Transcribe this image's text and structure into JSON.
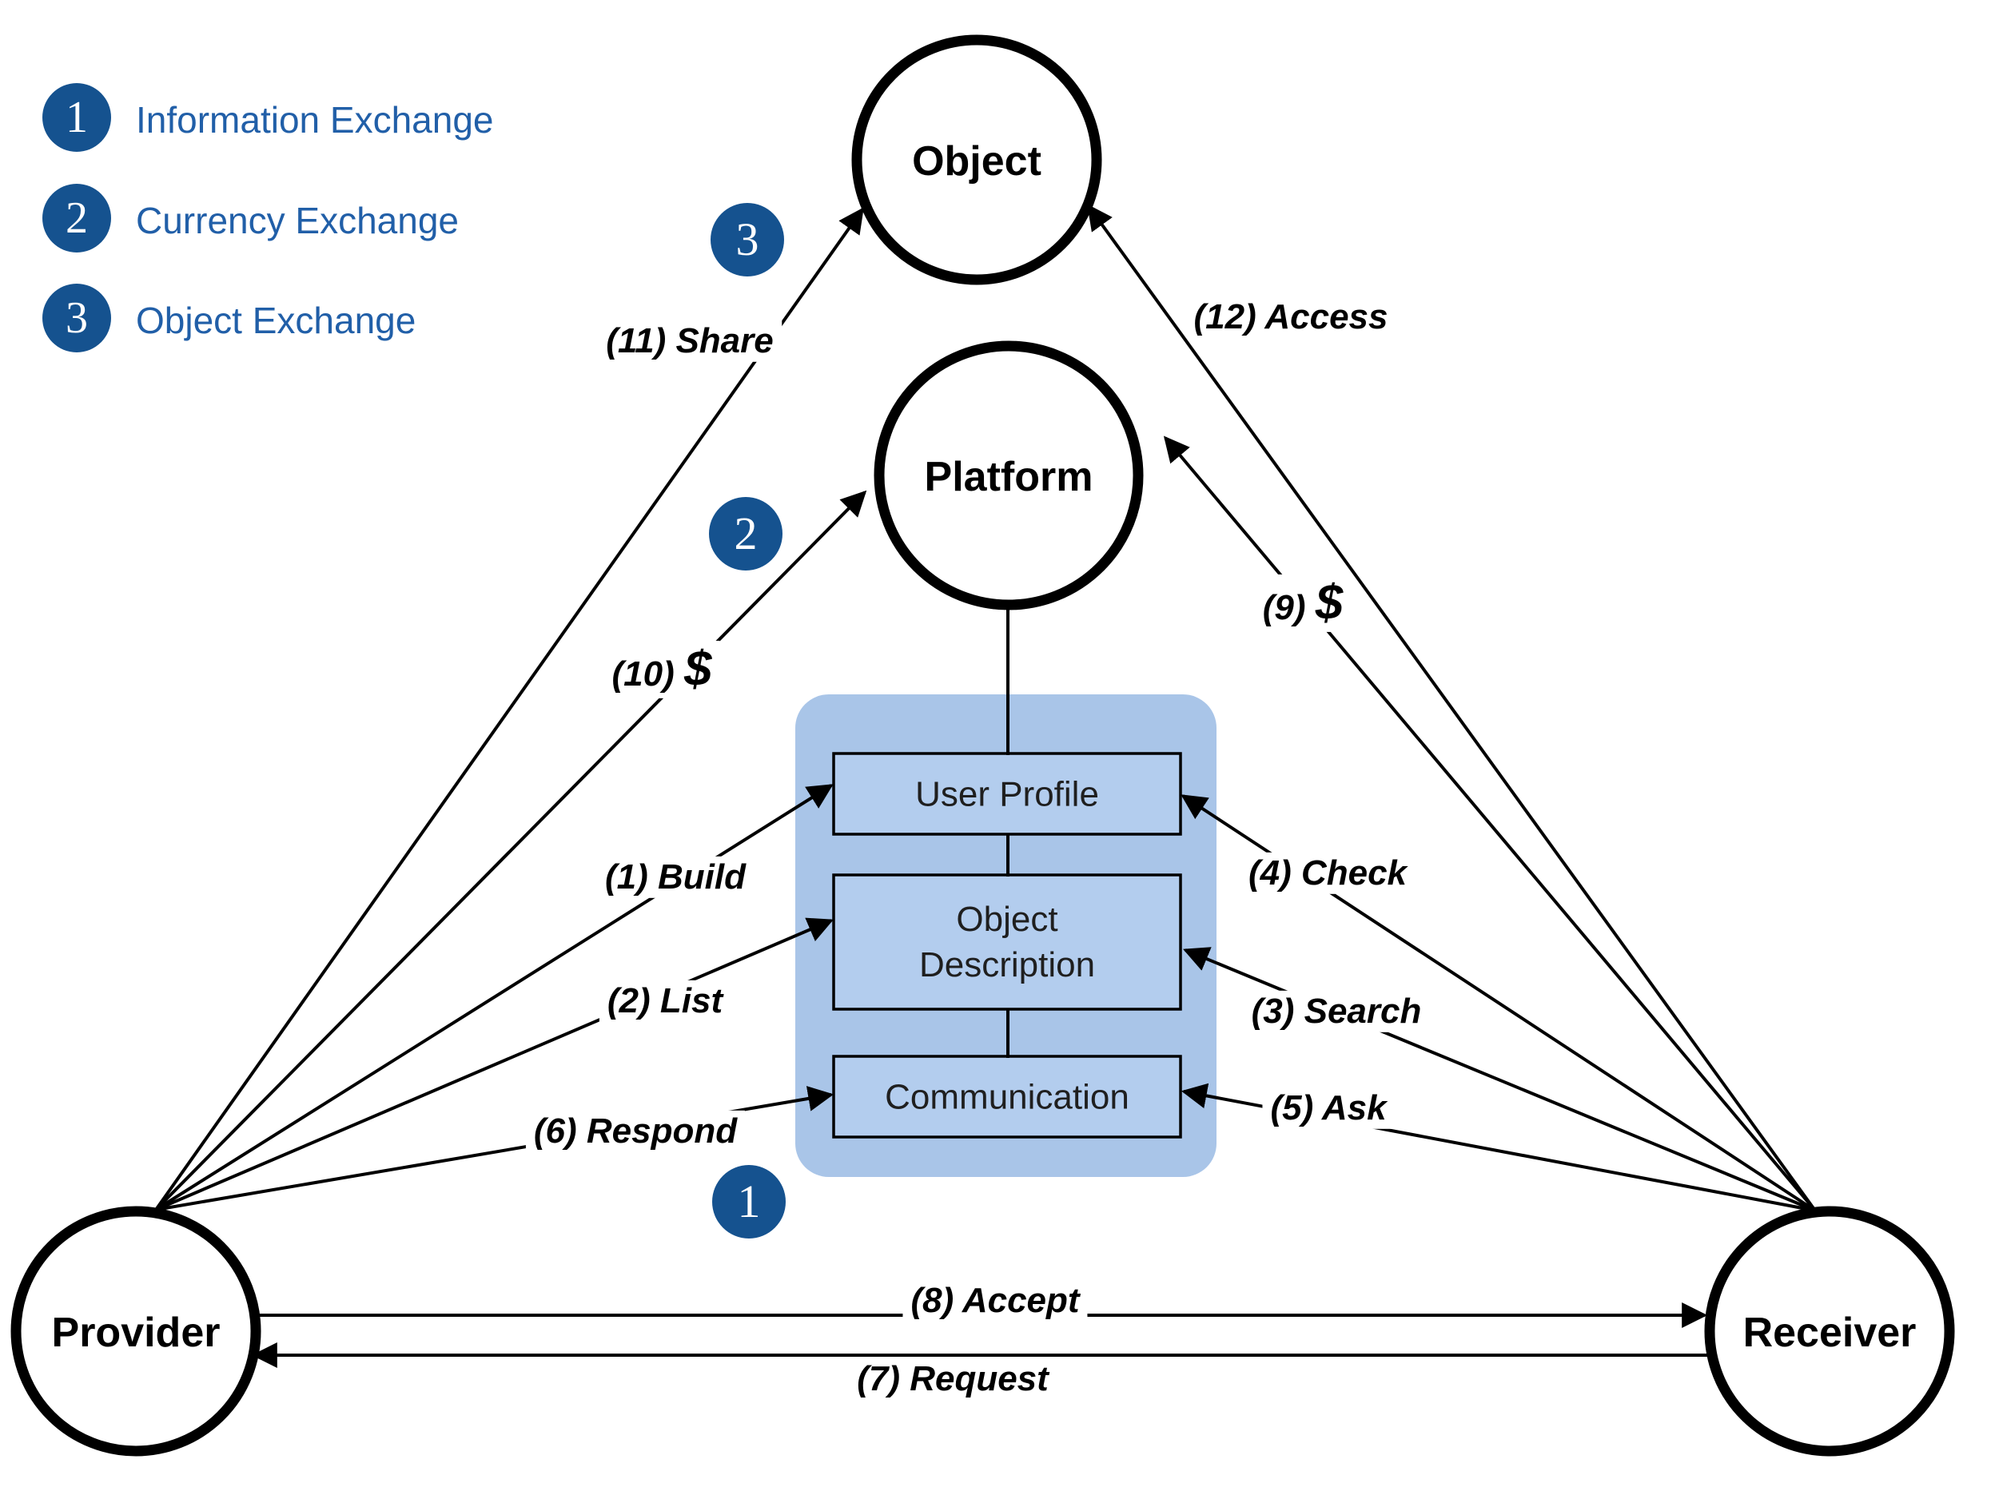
{
  "legend": {
    "items": [
      {
        "num": "1",
        "label": "Information Exchange"
      },
      {
        "num": "2",
        "label": "Currency Exchange"
      },
      {
        "num": "3",
        "label": "Object Exchange"
      }
    ]
  },
  "nodes": {
    "object": "Object",
    "platform": "Platform",
    "provider": "Provider",
    "receiver": "Receiver"
  },
  "platform_components": {
    "user_profile": "User Profile",
    "object_description": "Object Description",
    "communication": "Communication"
  },
  "flows": {
    "build": "(1) Build",
    "list": "(2) List",
    "search": "(3) Search",
    "check": "(4) Check",
    "ask": "(5) Ask",
    "respond": "(6) Respond",
    "request": "(7) Request",
    "accept": "(8) Accept",
    "pay_receiver_prefix": "(9)",
    "pay_receiver_sign": "$",
    "pay_provider_prefix": "(10)",
    "pay_provider_sign": "$",
    "share": "(11) Share",
    "access": "(12) Access"
  },
  "markers": {
    "information": "1",
    "currency": "2",
    "object": "3"
  },
  "colors": {
    "badge_blue": "#15528F",
    "legend_text_blue": "#215FA8",
    "panel_blue": "#A9C5E8",
    "component_box_blue": "#B3CDEE",
    "line_black": "#000000",
    "node_fill": "#FFFFFF"
  }
}
